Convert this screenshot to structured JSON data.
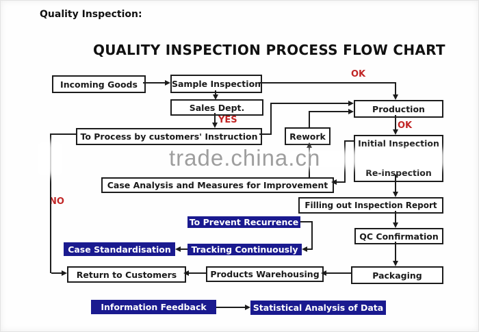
{
  "page": {
    "heading": "Quality Inspection:",
    "title": "QUALITY INSPECTION PROCESS FLOW CHART"
  },
  "nodes": {
    "incoming_goods": "Incoming Goods",
    "sample_inspection": "Sample Inspection",
    "sales_dept": "Sales Dept.",
    "to_process": "To Process by customers' Instruction",
    "rework": "Rework",
    "production": "Production",
    "initial_inspection": "Initial Inspection",
    "re_inspection": "Re-inspection",
    "case_analysis": "Case Analysis and Measures for Improvement",
    "filling_report": "Filling out Inspection Report",
    "qc_confirmation": "QC Confirmation",
    "packaging": "Packaging",
    "products_warehousing": "Products Warehousing",
    "return_to_customers": "Return to Customers",
    "to_prevent_recurrence": "To Prevent Recurrence",
    "tracking_continuously": "Tracking Continuously",
    "case_standardisation": "Case Standardisation",
    "information_feedback": "Information Feedback",
    "statistical_analysis": "Statistical Analysis of Data"
  },
  "labels": {
    "ok_top": "OK",
    "ok_mid": "OK",
    "yes": "YES",
    "no": "NO"
  },
  "watermark": "trade.china.cn",
  "colors": {
    "navy": "#1a1a8f",
    "red": "#c12525",
    "line": "#1c1c1c"
  }
}
